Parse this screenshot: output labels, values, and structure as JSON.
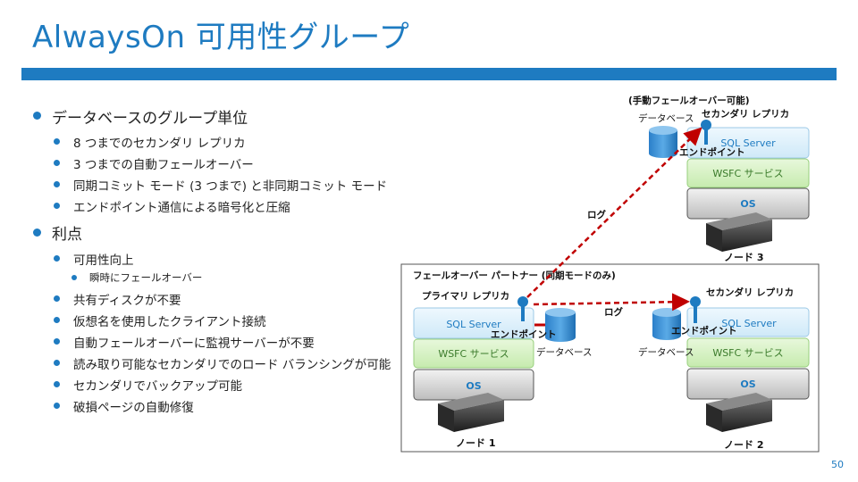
{
  "slide": {
    "title": "AlwaysOn 可用性グループ",
    "page_number": "50",
    "accent_color": "#1e7bc1"
  },
  "bullets": {
    "item1": "データベースのグループ単位",
    "item1_sub": [
      "8 つまでのセカンダリ レプリカ",
      "3 つまでの自動フェールオーバー",
      "同期コミット モード (3 つまで) と非同期コミット モード",
      "エンドポイント通信による暗号化と圧縮"
    ],
    "item2": "利点",
    "item2_sub1": "可用性向上",
    "item2_sub1_sub": "瞬時にフェールオーバー",
    "item2_sub": [
      "共有ディスクが不要",
      "仮想名を使用したクライアント接続",
      "自動フェールオーバーに監視サーバーが不要",
      "読み取り可能なセカンダリでのロード バランシングが可能",
      "セカンダリでバックアップ可能",
      "破損ページの自動修復"
    ]
  },
  "diagram": {
    "failover_box_label": "フェールオーバー パートナー (同期モードのみ)",
    "manual_failover_label": "(手動フェールオーバー可能)",
    "primary_replica": "プライマリ レプリカ",
    "secondary_replica": "セカンダリ レプリカ",
    "sql_server": "SQL Server",
    "wsfc_service": "WSFC サービス",
    "os": "OS",
    "endpoint": "エンドポイント",
    "database": "データベース",
    "log": "ログ",
    "node1": "ノード 1",
    "node2": "ノード 2",
    "node3": "ノード 3",
    "colors": {
      "sql_fill": "#ddf0fb",
      "wsfc_fill": "#d9f2c9",
      "wsfc_text": "#3a7a2a",
      "os_fill": "#d7d7d7",
      "log_arrow": "#c00000",
      "db_blue": "#1e7bc1"
    }
  }
}
